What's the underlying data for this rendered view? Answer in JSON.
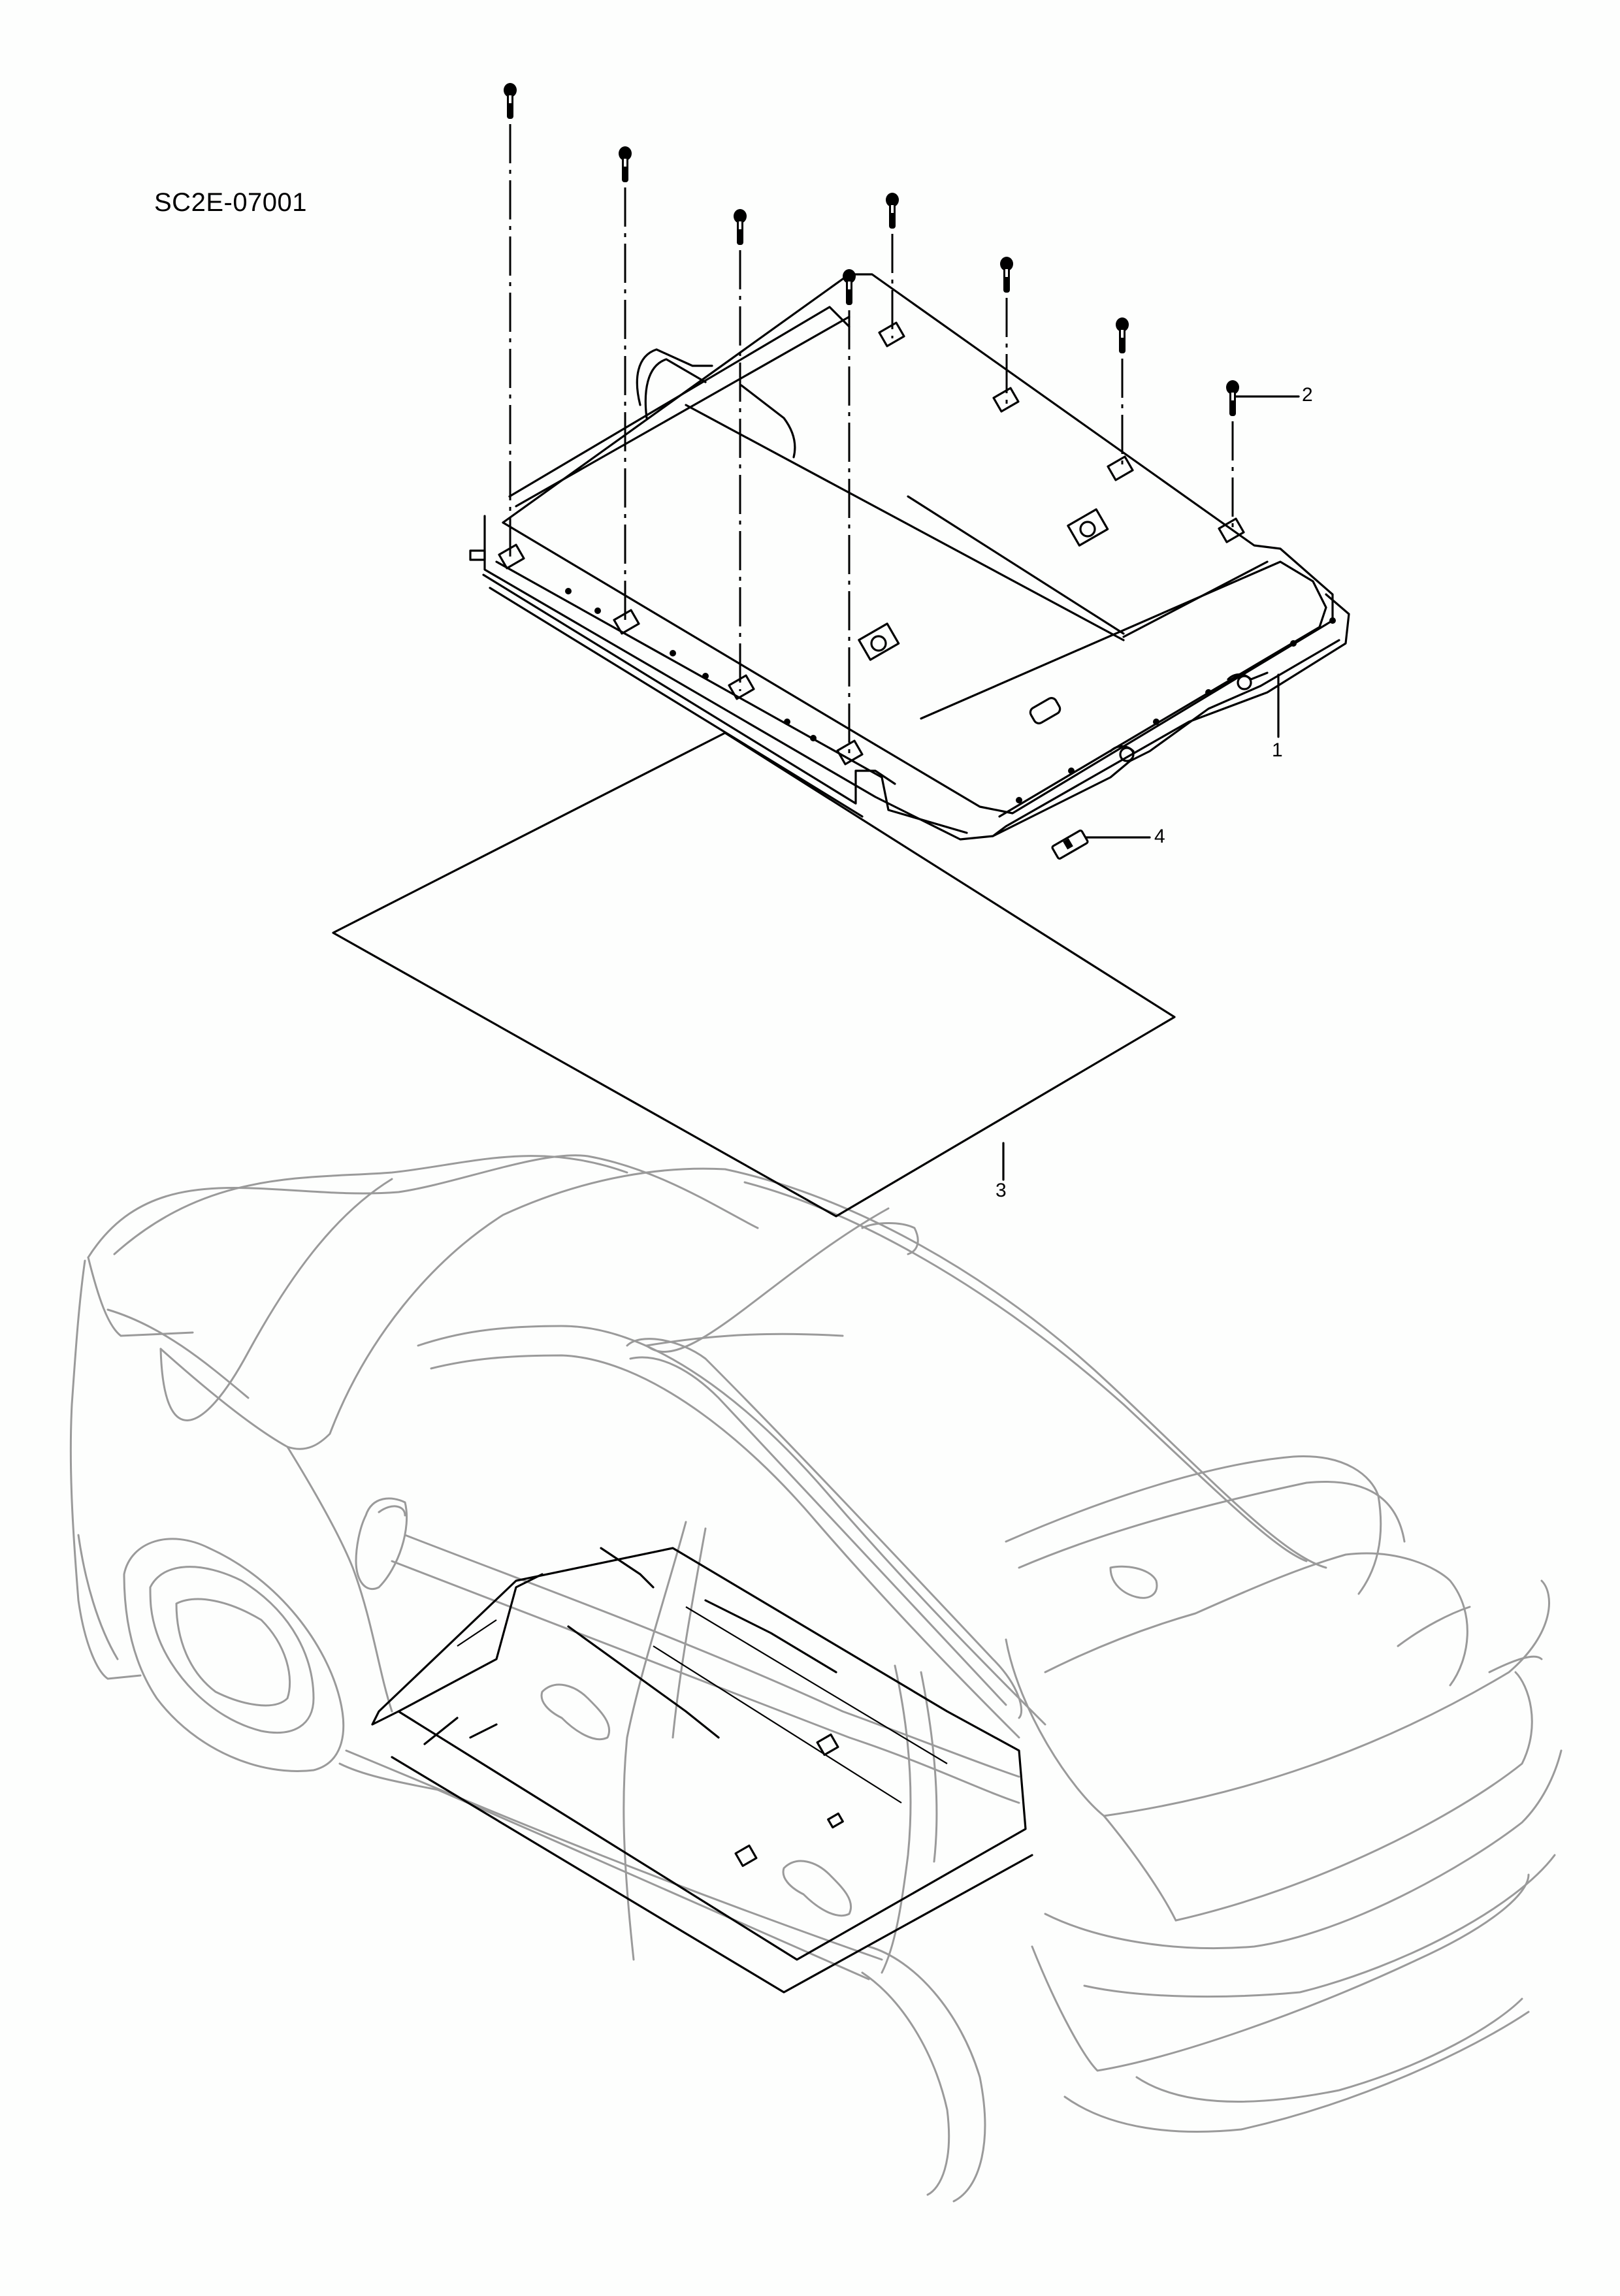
{
  "diagram": {
    "drawing_id": "SC2E-07001",
    "callouts": [
      {
        "number": "1",
        "part": "battery-pack-assembly"
      },
      {
        "number": "2",
        "part": "mounting-bolt"
      },
      {
        "number": "3",
        "part": "protective-sheet"
      },
      {
        "number": "4",
        "part": "label"
      }
    ],
    "bolt_count": 8,
    "colors": {
      "part_lines": "#000000",
      "vehicle_outline": "#9a9a9a",
      "background": "#fdfefd"
    }
  }
}
